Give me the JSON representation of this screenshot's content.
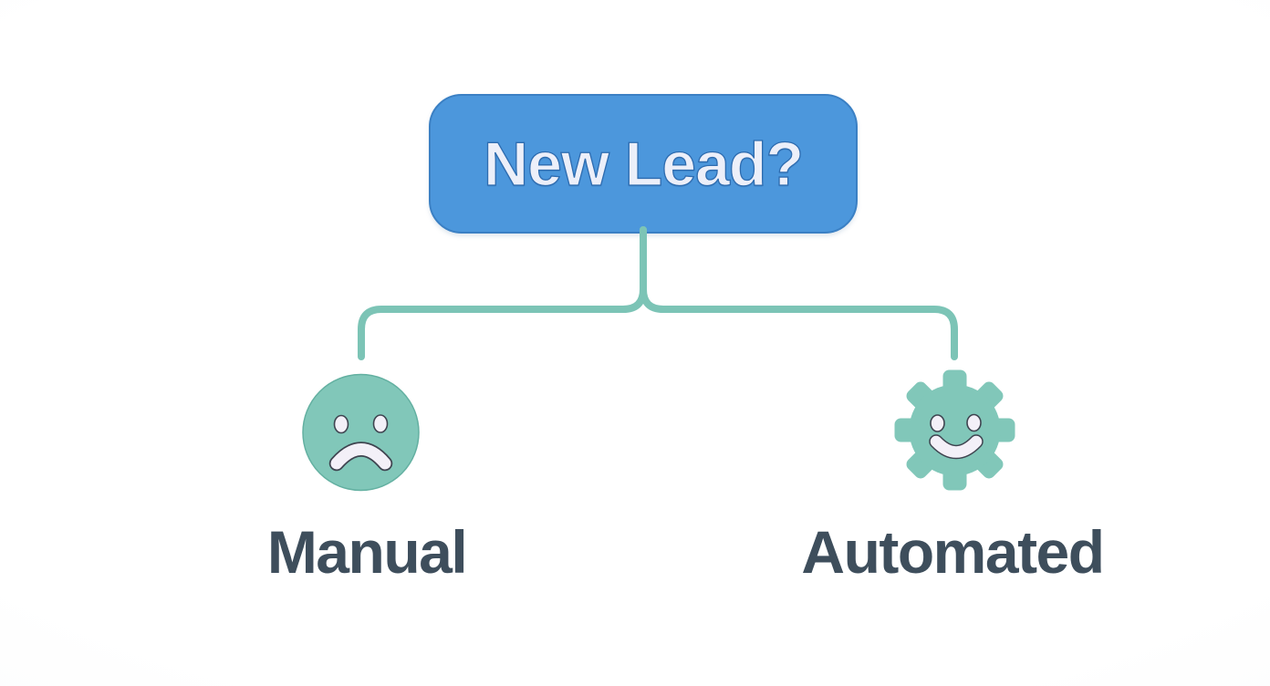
{
  "diagram": {
    "root_node": {
      "label": "New Lead?"
    },
    "branches": [
      {
        "label": "Manual",
        "icon": "sad-face-icon"
      },
      {
        "label": "Automated",
        "icon": "gear-smiley-icon"
      }
    ]
  },
  "colors": {
    "node_fill": "#4c97dc",
    "node_border": "#3b80c4",
    "node_text": "#eceff9",
    "node_text_outline": "#2e6cb0",
    "connector": "#7cc4b6",
    "icon_fill": "#81c7b9",
    "icon_outline": "#63b0a1",
    "icon_feature_fill": "#f3f0f8",
    "icon_feature_outline": "#3f4450",
    "label_text": "#3e4e5c",
    "background": "#fdfdfe"
  }
}
